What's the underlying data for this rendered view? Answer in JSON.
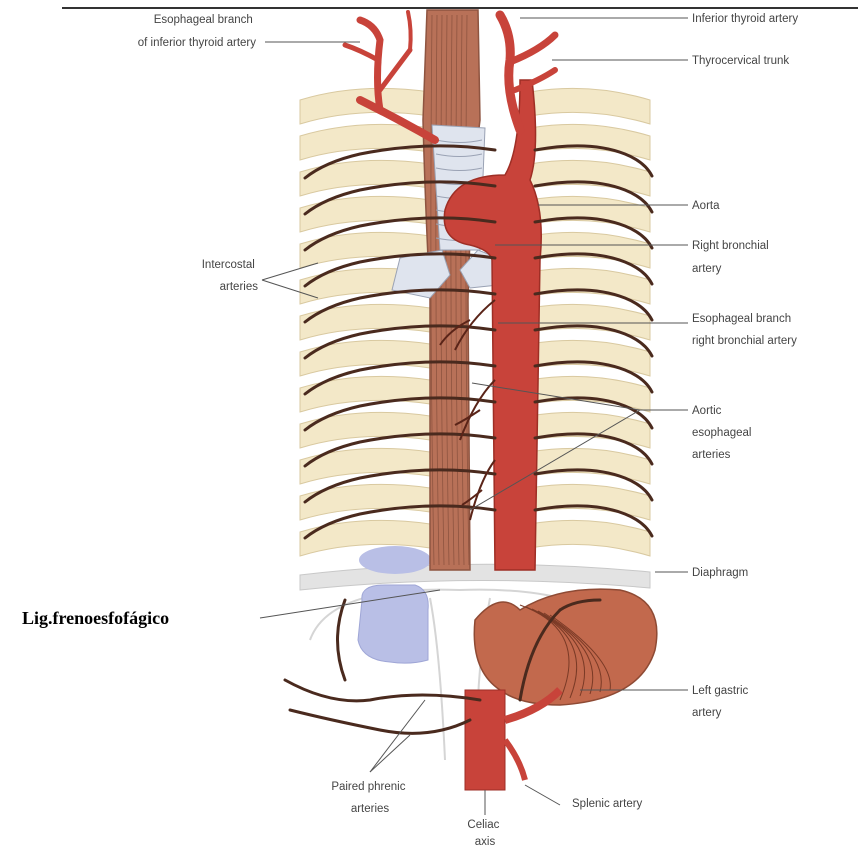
{
  "labels": {
    "esophageal_branch_inf_thyroid": [
      "Esophageal branch",
      "of inferior thyroid artery"
    ],
    "inferior_thyroid_artery": [
      "Inferior thyroid artery"
    ],
    "thyrocervical_trunk": [
      "Thyrocervical trunk"
    ],
    "aorta": [
      "Aorta"
    ],
    "right_bronchial_artery": [
      "Right bronchial",
      "artery"
    ],
    "intercostal_arteries": [
      "Intercostal",
      "arteries"
    ],
    "esophageal_branch_right_bronchial": [
      "Esophageal branch",
      "right bronchial artery"
    ],
    "aortic_esophageal_arteries": [
      "Aortic",
      "esophageal",
      "arteries"
    ],
    "diaphragm": [
      "Diaphragm"
    ],
    "lig_frenoesofagico": [
      "Lig.frenoesfofágico"
    ],
    "left_gastric_artery": [
      "Left gastric",
      "artery"
    ],
    "paired_phrenic_arteries": [
      "Paired phrenic",
      "arteries"
    ],
    "celiac_axis": [
      "Celiac",
      "axis"
    ],
    "splenic_artery": [
      "Splenic artery"
    ]
  },
  "colors": {
    "artery": "#c8433a",
    "artery_dark": "#a83228",
    "esophagus": "#b87158",
    "rib": "#f3e8c8",
    "rib_edge": "#d9c9a0",
    "intercostal": "#4a2a1e",
    "trachea": "#dfe4ee",
    "diaphragm": "#e6e6e6",
    "stomach": "#c2694d",
    "blue_structure": "#b9bfe6"
  }
}
